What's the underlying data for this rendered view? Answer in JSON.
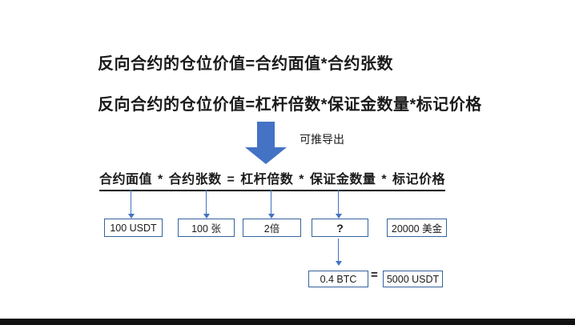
{
  "headings": {
    "line1": "反向合约的仓位价值=合约面值*合约张数",
    "line2": "反向合约的仓位价值=杠杆倍数*保证金数量*标记价格"
  },
  "derivation": {
    "label": "可推导出"
  },
  "formula": {
    "parts": [
      "合约面值",
      "*",
      "合约张数",
      "=",
      "杠杆倍数",
      "*",
      "保证金数量",
      "*",
      "标记价格"
    ]
  },
  "boxes": [
    {
      "term": "合约面值",
      "value": "100 USDT"
    },
    {
      "term": "合约张数",
      "value": "100 张"
    },
    {
      "term": "杠杆倍数",
      "value": "2倍"
    },
    {
      "term": "保证金数量",
      "value": "?"
    },
    {
      "term": "标记价格",
      "value": "20000 美金"
    }
  ],
  "result": {
    "left": "0.4 BTC",
    "equals": "=",
    "right": "5000 USDT"
  },
  "colors": {
    "accent_blue": "#4472c4",
    "connector_blue": "#4472c4",
    "box_border": "#35639c",
    "footer_bar": "#111111",
    "text": "#1a1a1a"
  }
}
